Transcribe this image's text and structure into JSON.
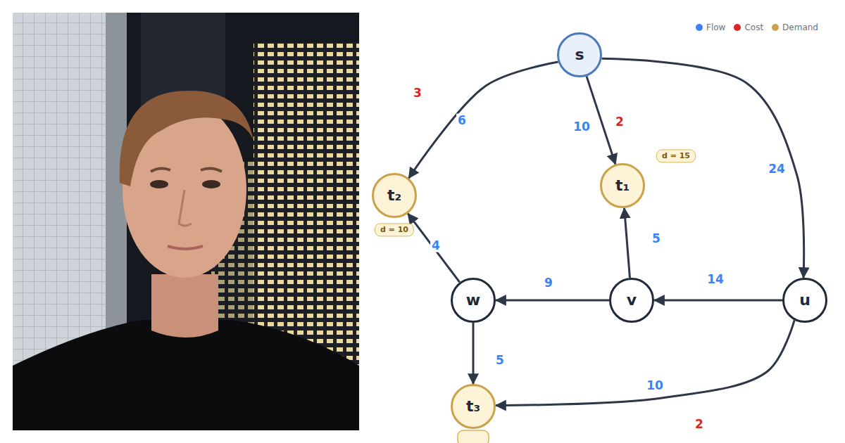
{
  "diagram": {
    "nodes": [
      {
        "text": [
          "s"
        ]
      },
      {
        "text": [
          "t₂"
        ]
      },
      {
        "text": [
          "t₁"
        ]
      },
      {
        "text": [
          "w"
        ]
      },
      {
        "text": [
          "v"
        ]
      },
      {
        "text": [
          "u"
        ]
      },
      {
        "text": [
          "t₃"
        ]
      }
    ],
    "edges": [
      {
        "from": 0,
        "to": 1,
        "label": "6",
        "arrow": "to"
      },
      {
        "from": 0,
        "to": 2,
        "label": "10",
        "arrow": "to"
      },
      {
        "from": 0,
        "to": 5,
        "label": "24",
        "arrow": "to"
      },
      {
        "from": 5,
        "to": 4,
        "label": "14",
        "arrow": "to"
      },
      {
        "from": 4,
        "to": 2,
        "label": "5",
        "arrow": "to"
      },
      {
        "from": 4,
        "to": 3,
        "label": "9",
        "arrow": "to"
      },
      {
        "from": 3,
        "to": 1,
        "label": "4",
        "arrow": "to"
      },
      {
        "from": 3,
        "to": 6,
        "label": "5",
        "arrow": "to"
      },
      {
        "from": 5,
        "to": 6,
        "label": "10",
        "arrow": "to"
      }
    ],
    "labels": [
      "3",
      "2",
      "d = 15",
      "d = 10",
      "2"
    ],
    "legend": [
      {
        "text": "Flow",
        "color": "#3b82f6"
      },
      {
        "text": "Cost",
        "color": "#dc2626"
      },
      {
        "text": "Demand",
        "color": "#c9a24a"
      }
    ]
  }
}
